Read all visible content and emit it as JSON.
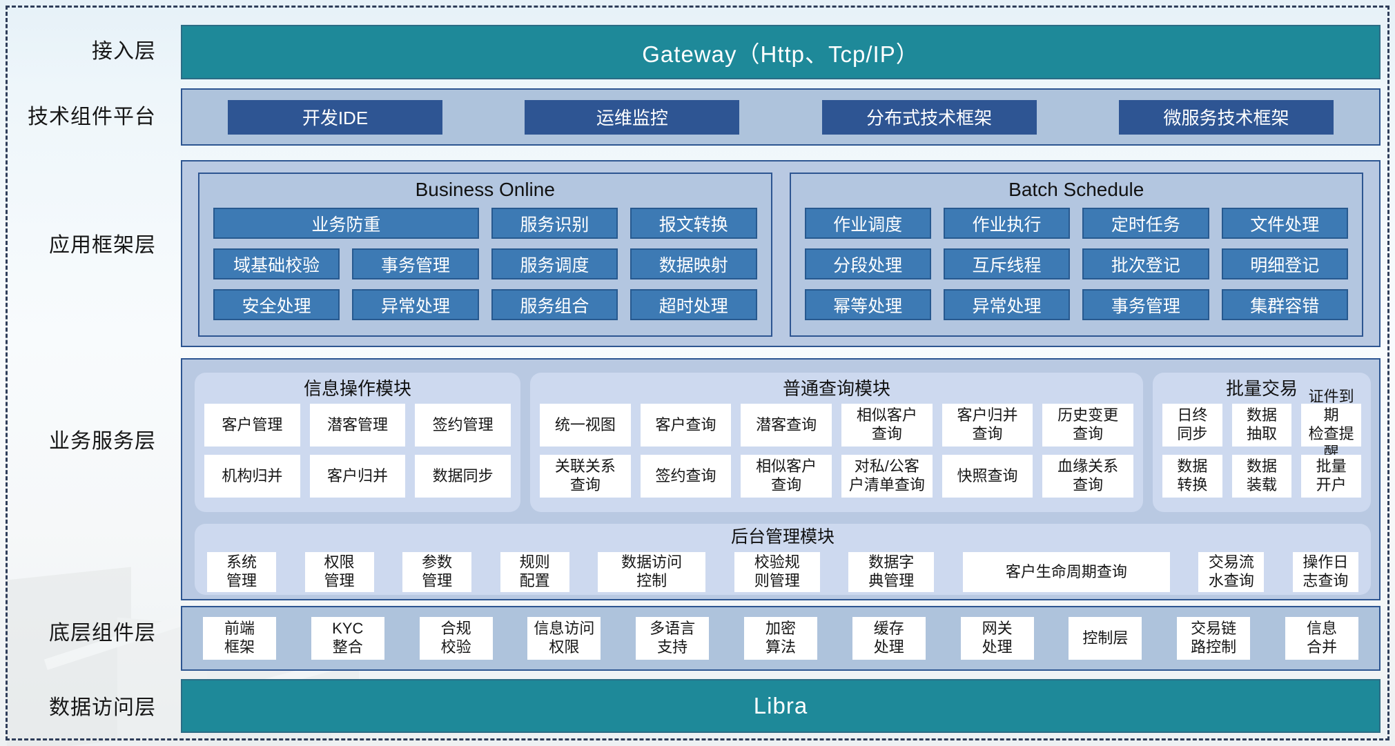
{
  "colors": {
    "accent_teal": "#1e8999",
    "navy_button": "#2e5593",
    "mid_blue_button": "#3d7ab4",
    "band_light_blue": "#aec3dc",
    "framework_fill": "#b9c9e2",
    "module_fill": "#cdd9ef"
  },
  "layer_labels": {
    "access": "接入层",
    "tech": "技术组件平台",
    "app_framework": "应用框架层",
    "business_service": "业务服务层",
    "base_components": "底层组件层",
    "data_access": "数据访问层"
  },
  "gateway": {
    "title": "Gateway（Http、Tcp/IP）"
  },
  "tech_platform": {
    "buttons": [
      "开发IDE",
      "运维监控",
      "分布式技术框架",
      "微服务技术框架"
    ]
  },
  "app_framework": {
    "business_online": {
      "title": "Business Online",
      "buttons": [
        "业务防重",
        "服务识别",
        "报文转换",
        "域基础校验",
        "事务管理",
        "服务调度",
        "数据映射",
        "安全处理",
        "异常处理",
        "服务组合",
        "超时处理"
      ]
    },
    "batch_schedule": {
      "title": "Batch Schedule",
      "buttons": [
        "作业调度",
        "作业执行",
        "定时任务",
        "文件处理",
        "分段处理",
        "互斥线程",
        "批次登记",
        "明细登记",
        "幂等处理",
        "异常处理",
        "事务管理",
        "集群容错"
      ]
    }
  },
  "business_service": {
    "info_module": {
      "title": "信息操作模块",
      "cells": [
        "客户管理",
        "潜客管理",
        "签约管理",
        "机构归并",
        "客户归并",
        "数据同步"
      ]
    },
    "query_module": {
      "title": "普通查询模块",
      "cells": [
        "统一视图",
        "客户查询",
        "潜客查询",
        "相似客户\n查询",
        "客户归并\n查询",
        "历史变更\n查询",
        "关联关系\n查询",
        "签约查询",
        "相似客户\n查询",
        "对私/公客\n户清单查询",
        "快照查询",
        "血缘关系\n查询"
      ]
    },
    "batch_module": {
      "title": "批量交易",
      "cells": [
        "日终\n同步",
        "数据\n抽取",
        "证件到期\n检查提醒",
        "数据\n转换",
        "数据\n装载",
        "批量\n开户"
      ]
    },
    "admin_module": {
      "title": "后台管理模块",
      "cells": [
        "系统\n管理",
        "权限\n管理",
        "参数\n管理",
        "规则\n配置",
        "数据访问\n控制",
        "校验规\n则管理",
        "数据字\n典管理",
        "客户生命周期查询",
        "交易流\n水查询",
        "操作日\n志查询"
      ]
    }
  },
  "base_components": {
    "cells": [
      "前端\n框架",
      "KYC\n整合",
      "合规\n校验",
      "信息访问\n权限",
      "多语言\n支持",
      "加密\n算法",
      "缓存\n处理",
      "网关\n处理",
      "控制层",
      "交易链\n路控制",
      "信息\n合并"
    ]
  },
  "data_access": {
    "title": "Libra"
  }
}
